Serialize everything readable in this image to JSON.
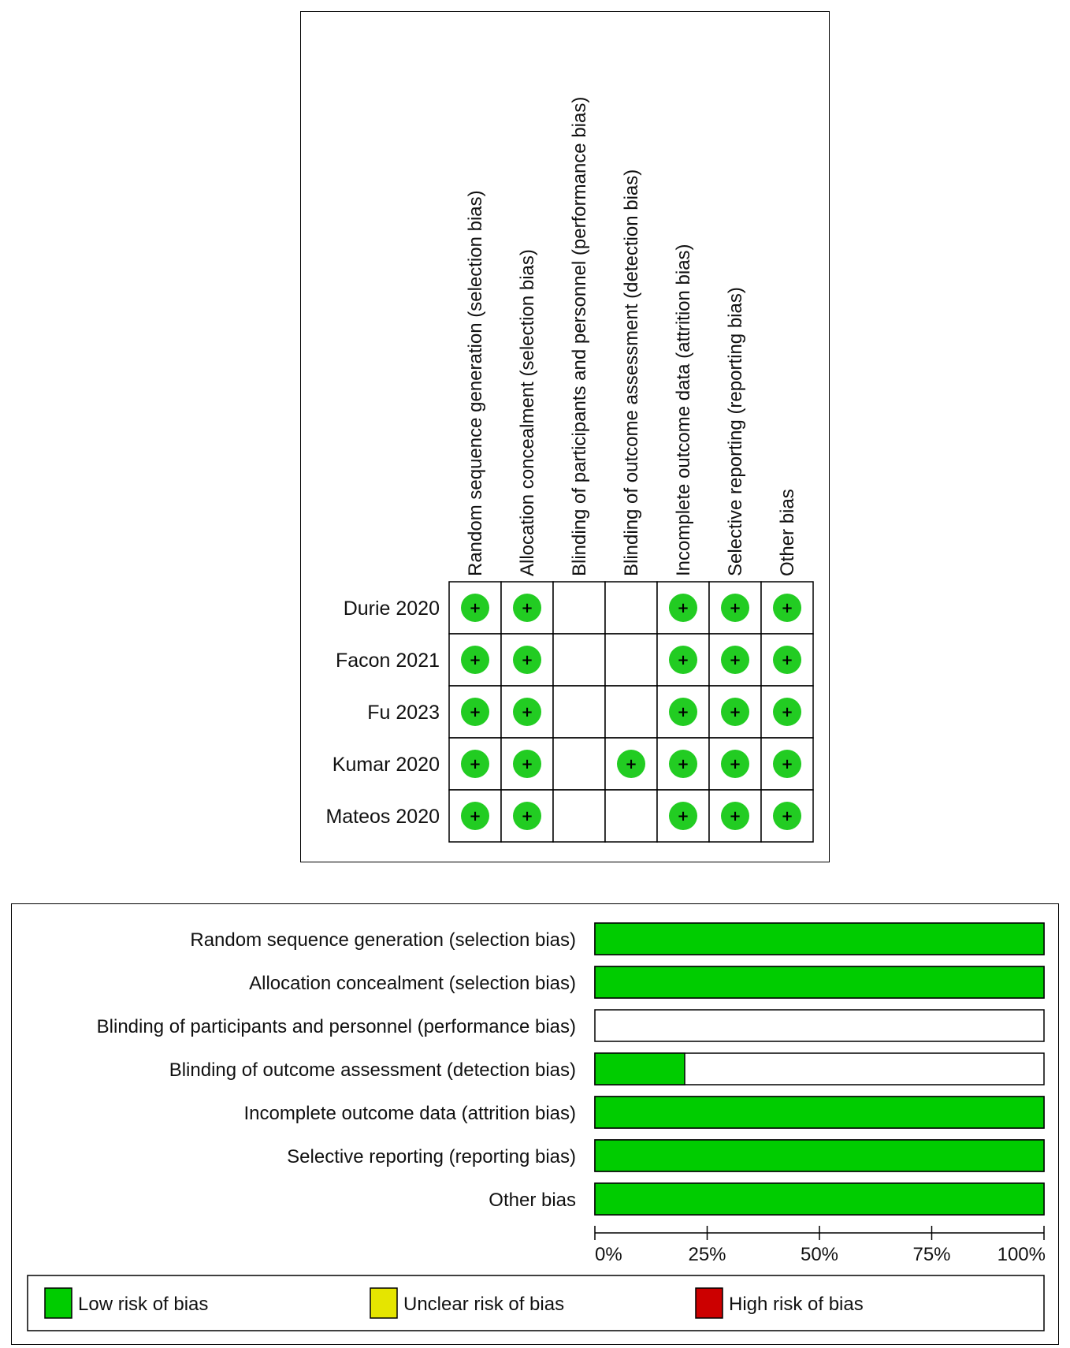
{
  "chart_data": [
    {
      "type": "table",
      "title": "",
      "domains": [
        "Random sequence generation (selection bias)",
        "Allocation concealment (selection bias)",
        "Blinding of participants and personnel (performance bias)",
        "Blinding of outcome assessment (detection bias)",
        "Incomplete outcome data (attrition bias)",
        "Selective reporting (reporting bias)",
        "Other bias"
      ],
      "studies": [
        "Durie 2020",
        "Facon 2021",
        "Fu 2023",
        "Kumar 2020",
        "Mateos 2020"
      ],
      "judgements": [
        [
          "low",
          "low",
          "",
          "",
          "low",
          "low",
          "low"
        ],
        [
          "low",
          "low",
          "",
          "",
          "low",
          "low",
          "low"
        ],
        [
          "low",
          "low",
          "",
          "",
          "low",
          "low",
          "low"
        ],
        [
          "low",
          "low",
          "",
          "low",
          "low",
          "low",
          "low"
        ],
        [
          "low",
          "low",
          "",
          "",
          "low",
          "low",
          "low"
        ]
      ],
      "symbol": "+"
    },
    {
      "type": "bar",
      "title": "",
      "orientation": "horizontal",
      "categories": [
        "Random sequence generation (selection bias)",
        "Allocation concealment (selection bias)",
        "Blinding of participants and personnel (performance bias)",
        "Blinding of outcome assessment (detection bias)",
        "Incomplete outcome data (attrition bias)",
        "Selective reporting (reporting bias)",
        "Other bias"
      ],
      "series": [
        {
          "name": "Low risk of bias",
          "values": [
            100,
            100,
            0,
            20,
            100,
            100,
            100
          ]
        },
        {
          "name": "Unclear risk of bias",
          "values": [
            0,
            0,
            0,
            0,
            0,
            0,
            0
          ]
        },
        {
          "name": "High risk of bias",
          "values": [
            0,
            0,
            0,
            0,
            0,
            0,
            0
          ]
        }
      ],
      "xlim": [
        0,
        100
      ],
      "xticks": [
        "0%",
        "25%",
        "50%",
        "75%",
        "100%"
      ],
      "legend_position": "bottom"
    }
  ],
  "legend": {
    "items": [
      {
        "label": "Low risk of bias",
        "color": "#00cc00"
      },
      {
        "label": "Unclear risk of bias",
        "color": "#e5e500"
      },
      {
        "label": "High risk of bias",
        "color": "#cc0000"
      }
    ]
  },
  "colors": {
    "low": "#00cc00",
    "low_circle": "#22cc22",
    "unclear": "#e5e500",
    "high": "#cc0000",
    "border": "#000000"
  }
}
